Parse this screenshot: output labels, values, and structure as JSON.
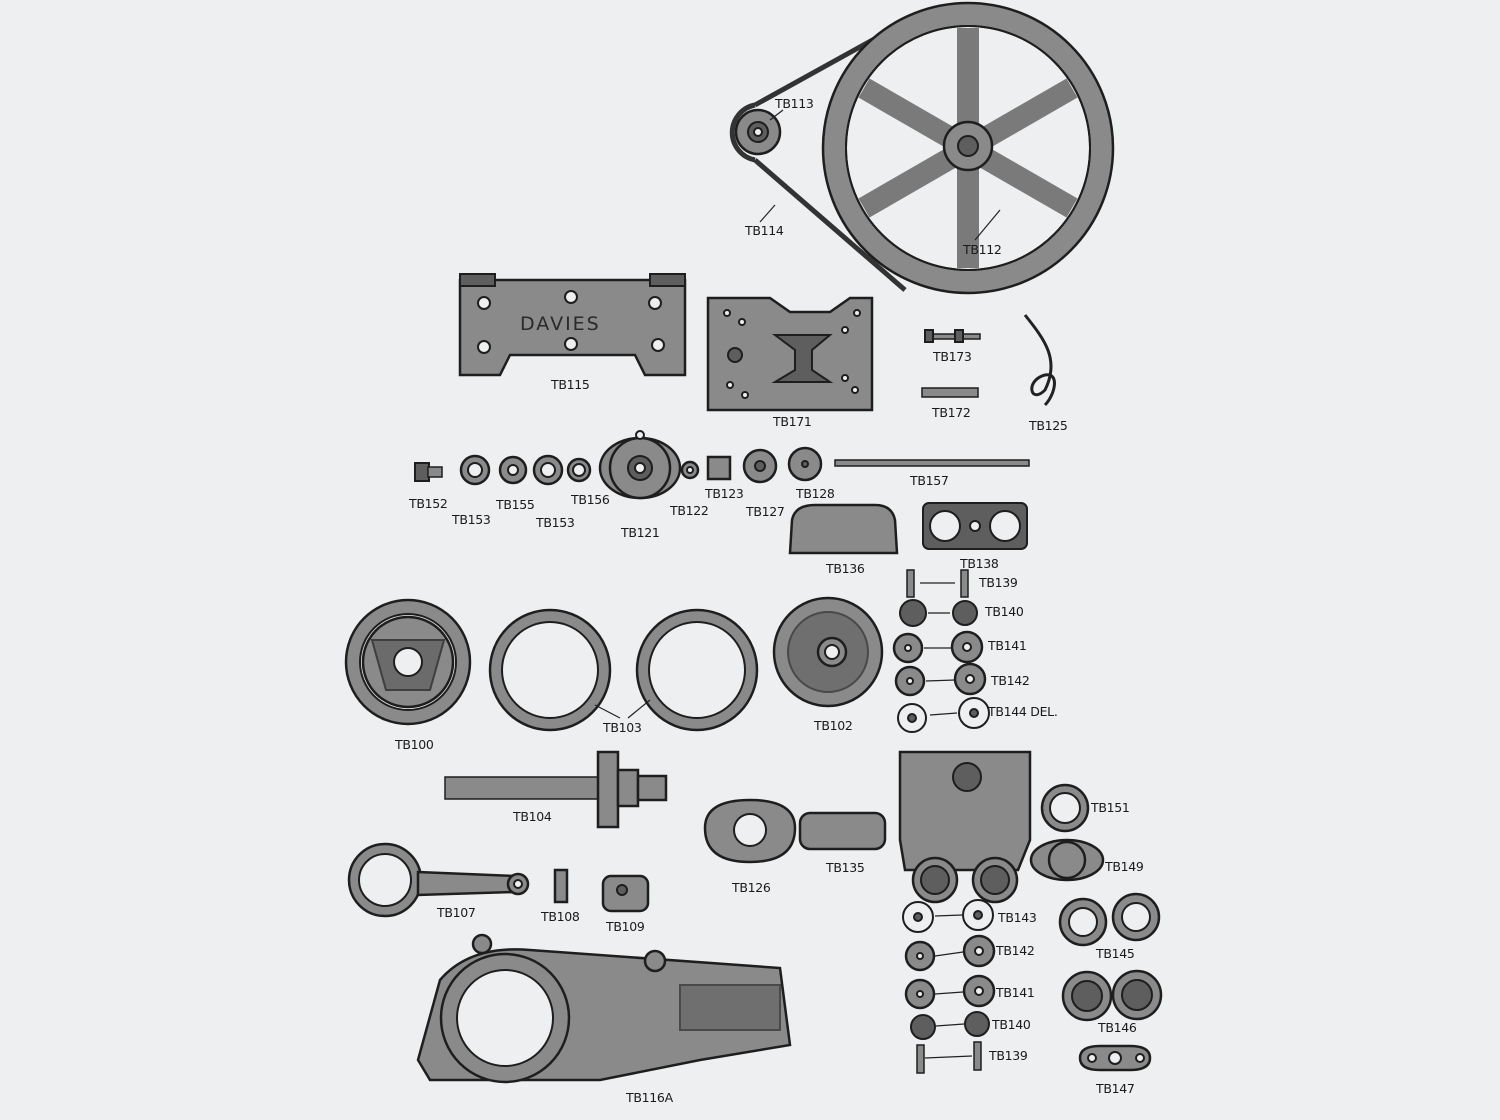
{
  "embossed_text": "DAVIES",
  "labels": {
    "tb113": "TB113",
    "tb114": "TB114",
    "tb112": "TB112",
    "tb115": "TB115",
    "tb171": "TB171",
    "tb173": "TB173",
    "tb172": "TB172",
    "tb125": "TB125",
    "tb152": "TB152",
    "tb153a": "TB153",
    "tb155": "TB155",
    "tb153b": "TB153",
    "tb156": "TB156",
    "tb121": "TB121",
    "tb122": "TB122",
    "tb123": "TB123",
    "tb127": "TB127",
    "tb128": "TB128",
    "tb157": "TB157",
    "tb136": "TB136",
    "tb138": "TB138",
    "tb139a": "TB139",
    "tb140a": "TB140",
    "tb141a": "TB141",
    "tb142a": "TB142",
    "tb144": "TB144 DEL.",
    "tb100": "TB100",
    "tb103": "TB103",
    "tb102": "TB102",
    "tb104": "TB104",
    "tb151": "TB151",
    "tb149": "TB149",
    "tb126": "TB126",
    "tb135": "TB135",
    "tb107": "TB107",
    "tb108": "TB108",
    "tb109": "TB109",
    "tb143": "TB143",
    "tb145": "TB145",
    "tb142b": "TB142",
    "tb141b": "TB141",
    "tb146": "TB146",
    "tb140b": "TB140",
    "tb139b": "TB139",
    "tb147": "TB147",
    "tb116a": "TB116A"
  }
}
